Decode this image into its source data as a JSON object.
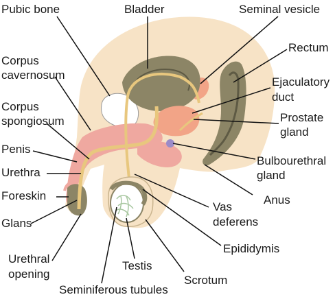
{
  "labels": {
    "pubic_bone": "Pubic bone",
    "bladder": "Bladder",
    "seminal_vesicle": "Seminal vesicle",
    "rectum": "Rectum",
    "corpus_cavernosum_1": "Corpus",
    "corpus_cavernosum_2": "cavernosum",
    "ejaculatory_duct_1": "Ejaculatory",
    "ejaculatory_duct_2": "duct",
    "corpus_spongiosum_1": "Corpus",
    "corpus_spongiosum_2": "spongiosum",
    "prostate_gland_1": "Prostate",
    "prostate_gland_2": "gland",
    "penis": "Penis",
    "bulbourethral_gland_1": "Bulbourethral",
    "bulbourethral_gland_2": "gland",
    "urethra": "Urethra",
    "foreskin": "Foreskin",
    "anus": "Anus",
    "vas_deferens_1": "Vas",
    "vas_deferens_2": "deferens",
    "glans": "Glans",
    "epididymis": "Epididymis",
    "urethral_opening_1": "Urethral",
    "urethral_opening_2": "opening",
    "testis": "Testis",
    "scrotum": "Scrotum",
    "seminiferous_tubules": "Seminiferous tubules"
  },
  "colors": {
    "skin": "#f7e3c6",
    "organ_olive": "#8c8566",
    "organ_dark": "#5e5a44",
    "erectile_pink": "#efa8a0",
    "duct_tan": "#e8c77e",
    "prostate_salmon": "#f2a487",
    "gland_purple": "#9b8bc8",
    "line": "#111111"
  }
}
